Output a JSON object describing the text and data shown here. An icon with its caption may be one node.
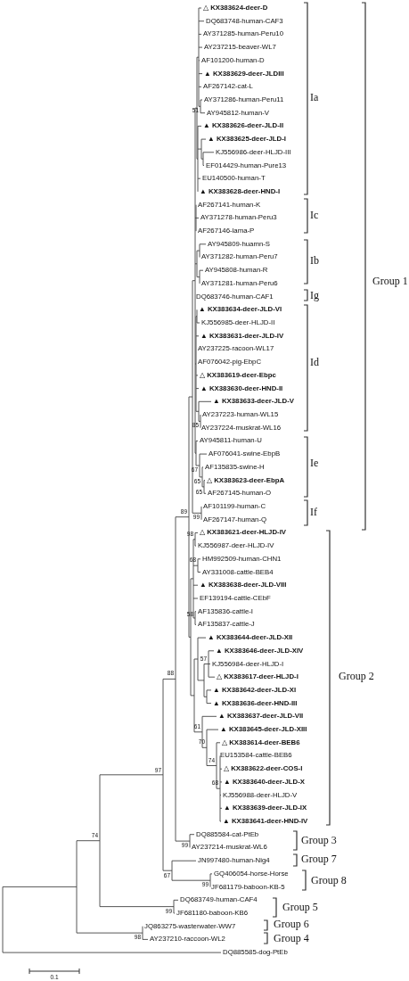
{
  "diagram": {
    "labels": [
      "△ **KX383624-deer-D**",
      "DQ683748-human-CAF3",
      "AY371285-human-Peru10",
      "AY237215-beaver-WL7",
      "AF101200-human-D",
      "▲ **KX383629-deer-JLDIII**",
      "AF267142-cat-L",
      "AY371286-human-Peru11",
      "Ia",
      "51",
      "AY945812-human-V",
      "▲ **KX383626-deer-JLD-II**",
      "▲ **KX383625-deer-JLD-I**",
      "KJ556986-deer-HLJD-III",
      "EF014429-human-Pure13",
      "EU140500-human-T",
      "▲ **KX383628-deer-HND-I**",
      "AF267141-human-K",
      "AY371278-human-Peru3",
      "Ic",
      "AF267146-lama-P",
      "AY945809-huamn-S",
      "AY371282-human-Peru7",
      "Ib",
      "AY945808-human-R",
      "AY371281-human-Peru6",
      "Group 1",
      "DQ683746-human-CAF1",
      "Ig",
      "▲ **KX383634-deer-JLD-VI**",
      "KJ556985-deer-HLJD-II",
      "▲ **KX383631-deer-JLD-IV**",
      "AY237225-racoon-WL17",
      "AF076042-pig-EbpC",
      "Id",
      "△ **KX383619-deer-Ebpc**",
      "▲ **KX383630-deer-HND-II**",
      "▲ **KX383633-deer-JLD-V**",
      "AY237223-human-WL15",
      "85",
      "AY237224-muskrat-WL16",
      "AY945811-human-U",
      "AF076041-swine-EbpB",
      "67",
      "AF135835-swine-H",
      "Ie",
      "65",
      "△ **KX383623-deer-EbpA**",
      "65",
      "AF267145-human-O",
      "89",
      "AF101199-human-C",
      "If",
      "99",
      "AF267147-human-Q",
      "98",
      "△ **KX383621-deer-HLJD-IV**",
      "KJ556987-deer-HLJD-IV",
      "68",
      "HM992509-human-CHN1",
      "AY331008-cattle-BEB4",
      "▲ **KX383638-deer-JLD-VIII**",
      "EF139194-cattle-CEbF",
      "58",
      "AF135836-cattle-I",
      "AF135837-cattle-J",
      "▲ **KX383644-deer-JLD-XII**",
      "▲ **KX383646-deer-JLD-XIV**",
      "57",
      "KJ556984-deer-HLJD-I",
      "88",
      "△ **KX383617-deer-HLJD-I**",
      "Group 2",
      "▲ **KX383642-deer-JLD-XI**",
      "▲ **KX383636-deer-HND-III**",
      "61",
      "▲ **KX383637-deer-JLD-VII**",
      "70",
      "▲ **KX383645-deer-JLD-XIII**",
      "74",
      "△ **KX383614-deer-BEB6**",
      "EU153584-cattle-BEB6",
      "97",
      "68",
      "△ **KX383622-deer-COS-I**",
      "▲ **KX383640-deer-JLD-X**",
      "KJ556988-deer-HLJD-V",
      "▲ **KX383639-deer-JLD-IX**",
      "▲ **KX383641-deer-HND-IV**",
      "74",
      "DQ885584-cat-PtEb",
      "Group 3",
      "99",
      "AY237214-muskrat-WL6",
      "JN997480-human-Nig4",
      "Group 7",
      "67",
      "GQ406054-horse-Horse",
      "Group 8",
      "99",
      "JF681179-baboon-KB-5",
      "DQ683749-human-CAF4",
      "Group 5",
      "99",
      "JF681180-baboon-KB6",
      "JQ863275-wasterwater-WW7",
      "Group 6",
      "98",
      "AY237210-raccoon-WL2",
      "Group 4",
      "DQ885585-dog-PtEb",
      "0.1"
    ]
  }
}
